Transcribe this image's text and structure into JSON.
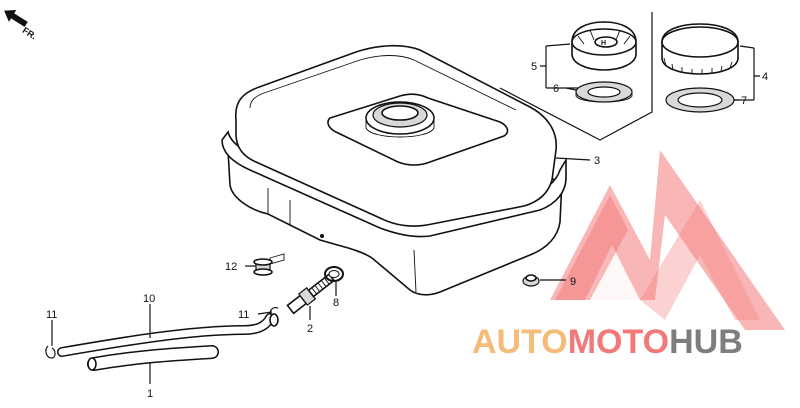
{
  "direction": {
    "label": "FR."
  },
  "callouts": {
    "c1": "1",
    "c2": "2",
    "c3": "3",
    "c4": "4",
    "c5": "5",
    "c6": "6",
    "c7": "7",
    "c8": "8",
    "c9": "9",
    "c10": "10",
    "c11a": "11",
    "c11b": "11",
    "c12": "12"
  },
  "watermark": {
    "part1": "AUTO",
    "part2": "MOTO",
    "part3": "HUB",
    "colors": {
      "orange": "#f4b46a",
      "red": "#f06a6a",
      "gray": "#6f6f6f",
      "logo_red": "#f05a5a"
    }
  }
}
